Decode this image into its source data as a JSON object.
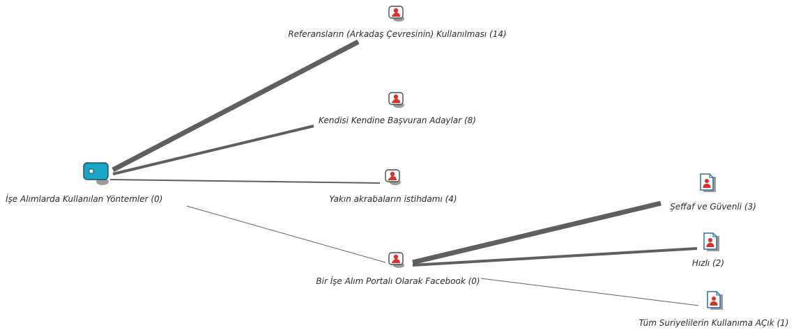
{
  "nodes": {
    "root": {
      "label": "İşe Alımlarda Kullanılan Yöntemler (0)",
      "icon": "tag-icon",
      "color": "#1aa7c7"
    },
    "referans": {
      "label": "Referansların (Arkadaş Çevresinin) Kullanılması (14)",
      "icon": "person-badge-icon"
    },
    "kendisi": {
      "label": "Kendisi Kendine Başvuran Adaylar (8)",
      "icon": "person-badge-icon"
    },
    "yakin": {
      "label": "Yakın akrabaların istihdamı (4)",
      "icon": "person-badge-icon"
    },
    "facebook": {
      "label": "Bir İşe Alım Portalı Olarak Facebook (0)",
      "icon": "person-badge-icon"
    },
    "seffaf": {
      "label": "Şeffaf ve Güvenli (3)",
      "icon": "person-document-icon"
    },
    "hizli": {
      "label": "Hızlı (2)",
      "icon": "person-document-icon"
    },
    "tum": {
      "label": "Tüm Suriyelilerin Kullanıma AÇık (1)",
      "icon": "person-document-icon"
    }
  },
  "colors": {
    "accent": "#1aa7c7",
    "person": "#d9302c",
    "edge": "#5f5f5f"
  }
}
